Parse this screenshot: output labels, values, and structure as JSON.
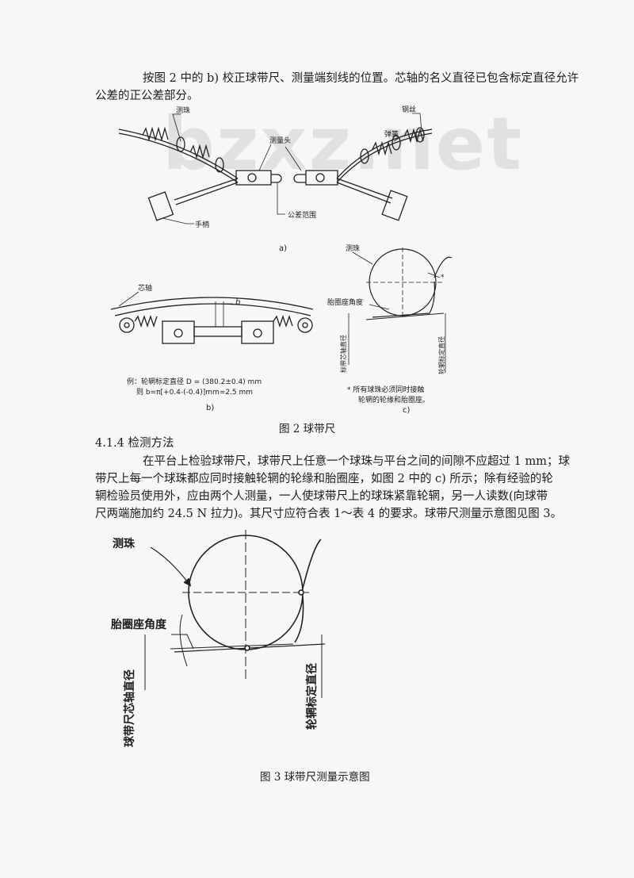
{
  "paragraph_1": {
    "lines": [
      "按图 2 中的 b) 校正球带尺、测量端刻线的位置。芯轴的名义直径已包含标定直径允许",
      "公差的正公差部分。"
    ]
  },
  "watermark": "bzxz.net",
  "figure2": {
    "a": {
      "label": "a)",
      "callouts": {
        "ball": "测珠",
        "wire": "钢丝",
        "spring": "弹簧",
        "head": "测量头",
        "handle": "手柄",
        "tolerance": "公差范围"
      }
    },
    "b": {
      "label": "b)",
      "callouts": {
        "mandrel": "芯轴",
        "b": "b"
      },
      "example_line1": "例：轮辋标定直径 D = (380.2±0.4) mm",
      "example_line2": "则 b=π[+0.4-(-0.4)]mm=2.5 mm"
    },
    "c": {
      "label": "c)",
      "callouts": {
        "ball": "测珠",
        "seat_angle": "胎圈座角度",
        "mandrel_dia": "标带芯轴直径",
        "rim_dia": "轮辋标定直径",
        "star": "*"
      },
      "note_line1": "*  所有球珠必须同时接触",
      "note_line2": "轮辋的轮缘和胎圈座。"
    },
    "caption": "图 2  球带尺"
  },
  "section_heading": "4.1.4  检测方法",
  "paragraph_2": {
    "lines": [
      "在平台上检验球带尺，球带尺上任意一个球珠与平台之间的间隙不应超过 1 mm；球",
      "带尺上每一个球珠都应同时接触轮辋的轮缘和胎圈座，如图 2 中的 c) 所示；除有经验的轮",
      "辋检验员使用外，应由两个人测量，一人使球带尺上的球珠紧靠轮辋，另一人读数(向球带",
      "尺两端施加约 24.5 N 拉力)。其尺寸应符合表 1～表 4 的要求。球带尺测量示意图见图 3。"
    ]
  },
  "figure3": {
    "callouts": {
      "ball": "测珠",
      "seat_angle": "胎圈座角度",
      "mandrel_dia": "球带尺芯轴直径",
      "rim_dia": "轮辋标定直径"
    },
    "caption": "图 3  球带尺测量示意图"
  }
}
